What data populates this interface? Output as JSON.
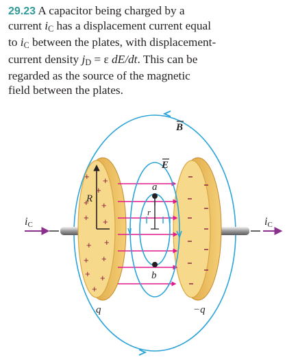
{
  "caption": {
    "figure_number": "29.23",
    "line1": "A capacitor being charged by a",
    "line2_pre": "current ",
    "line2_sym": "i",
    "line2_sub": "C",
    "line2_post": " has a displacement current equal",
    "line3_pre": "to ",
    "line3_sym": "i",
    "line3_sub": "C",
    "line3_post": " between the plates, with displacement-",
    "line4_pre": "current density ",
    "line4_sym": "j",
    "line4_sub": "D",
    "line4_eq": " = ε ",
    "line4_expr": "dE/dt",
    "line4_post": ". This can be",
    "line5": "regarded as the source of the magnetic",
    "line6": "field between the plates."
  },
  "figure": {
    "labels": {
      "B": "B",
      "E": "E",
      "R": "R",
      "r": "r",
      "a": "a",
      "b": "b",
      "q_left": "q",
      "q_right": "−q",
      "ic_left_i": "i",
      "ic_left_sub": "C",
      "ic_right_i": "i",
      "ic_right_sub": "C"
    },
    "plus_sign": "+",
    "colors": {
      "field_b": "#2aa3d8",
      "field_e": "#e2198c",
      "plate_fill": "#f6d98a",
      "plate_edge": "#e0a944",
      "current_arrow": "#8a2f8c",
      "figure_label": "#2f9a97"
    }
  }
}
